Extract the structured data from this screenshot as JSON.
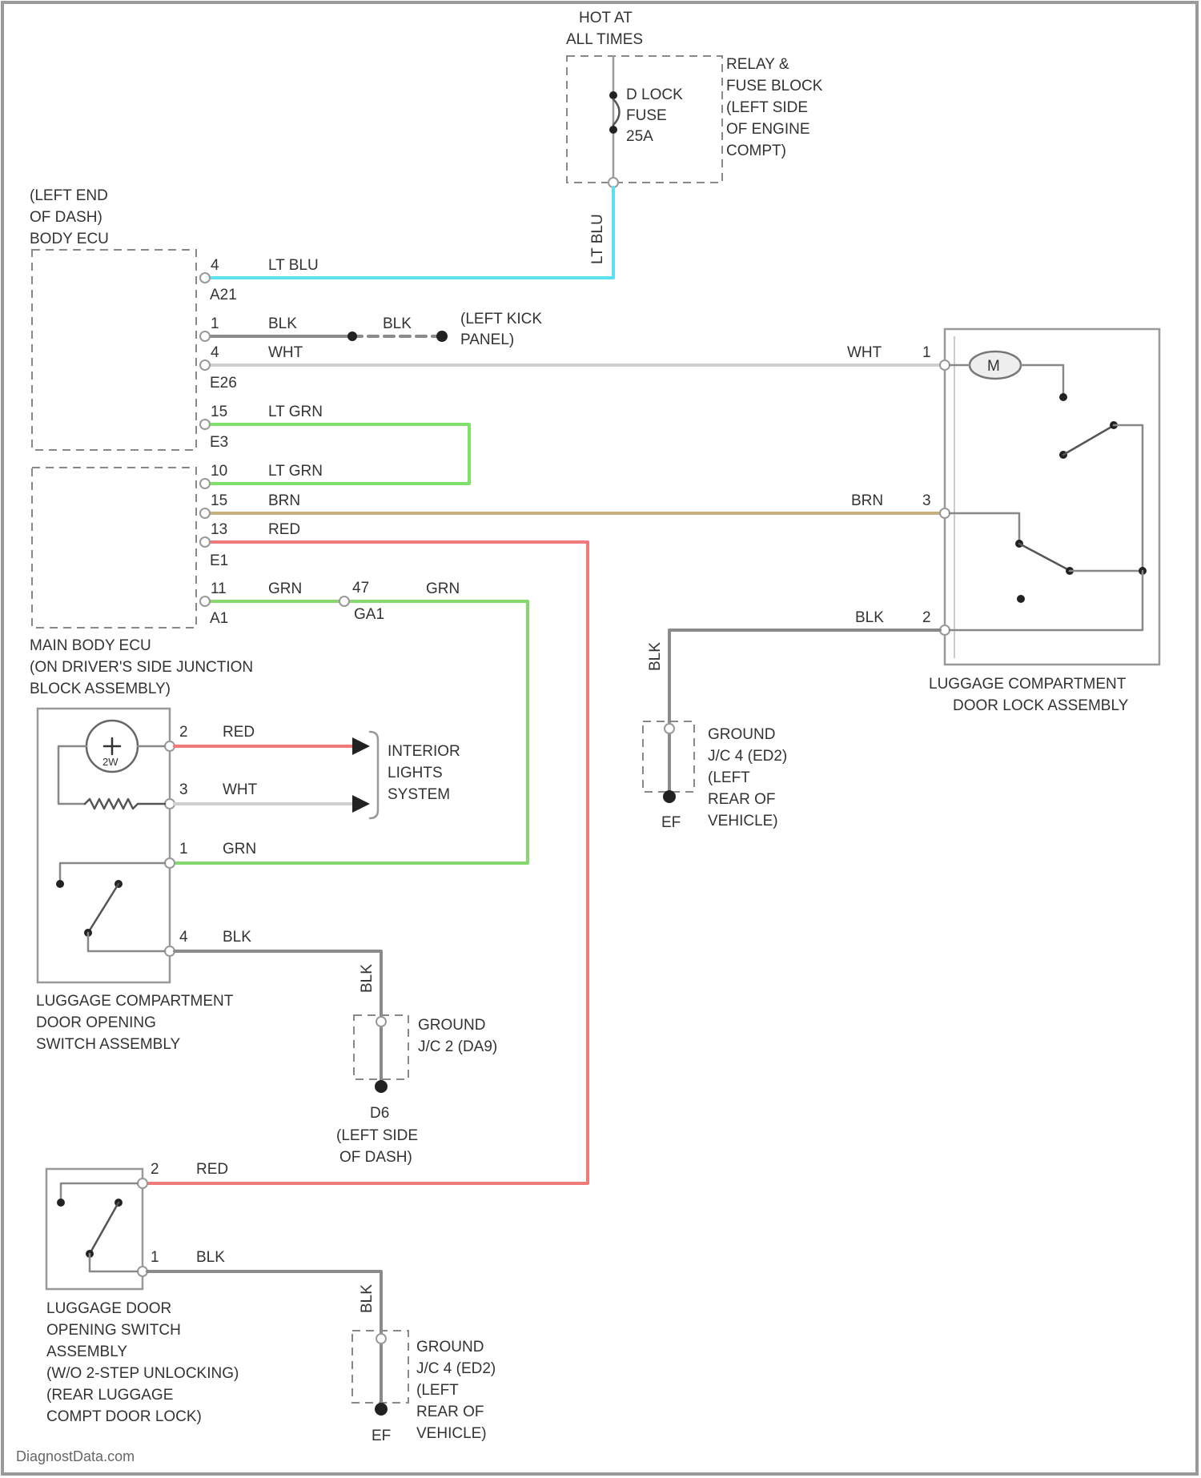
{
  "colors": {
    "LT BLU": "#5ce0f0",
    "LT GRN": "#7fe06a",
    "GRN": "#84d86e",
    "BRN": "#c8b07a",
    "RED": "#f07a7a",
    "BLK": "#8a8a8a",
    "WHT": "#cfcfcf",
    "frame": "#9a9a9a"
  },
  "power": {
    "header": [
      "HOT AT",
      "ALL TIMES"
    ],
    "fuse": [
      "D LOCK",
      "FUSE",
      "25A"
    ],
    "fuse_block": [
      "RELAY &",
      "FUSE BLOCK",
      "(LEFT SIDE",
      "OF ENGINE",
      "COMPT)"
    ],
    "wire_color": "LT BLU"
  },
  "body_ecu": {
    "location": [
      "(LEFT END",
      "OF DASH)",
      "BODY ECU"
    ],
    "pins": [
      {
        "pin": "4",
        "color": "LT BLU"
      },
      {
        "pin": "A21",
        "color": ""
      },
      {
        "pin": "1",
        "color": "BLK"
      },
      {
        "pin": "4",
        "color": "WHT"
      },
      {
        "pin": "E26",
        "color": ""
      },
      {
        "pin": "15",
        "color": "LT GRN"
      },
      {
        "pin": "E3",
        "color": ""
      }
    ],
    "ground_wire_color": "BLK",
    "ground_label": [
      "(LEFT KICK",
      "PANEL)"
    ]
  },
  "main_body_ecu": {
    "name": [
      "MAIN BODY ECU",
      "(ON DRIVER'S SIDE JUNCTION",
      "BLOCK ASSEMBLY)"
    ],
    "pins": [
      {
        "pin": "10",
        "color": "LT GRN"
      },
      {
        "pin": "15",
        "color": "BRN"
      },
      {
        "pin": "13",
        "color": "RED"
      },
      {
        "pin": "E1",
        "color": ""
      },
      {
        "pin": "11",
        "color": "GRN"
      },
      {
        "pin": "A1",
        "color": ""
      }
    ],
    "splice": {
      "pin": "47",
      "connector": "GA1",
      "color": "GRN"
    }
  },
  "door_lock_assembly": {
    "name": [
      "LUGGAGE COMPARTMENT",
      "DOOR LOCK ASSEMBLY"
    ],
    "motor_symbol": "M",
    "pins": [
      {
        "pin": "1",
        "color": "WHT"
      },
      {
        "pin": "3",
        "color": "BRN"
      },
      {
        "pin": "2",
        "color": "BLK"
      }
    ]
  },
  "ground_ed": {
    "wire_color": "BLK",
    "label": [
      "GROUND",
      "J/C 4 (ED2)",
      "(LEFT",
      "REAR OF",
      "VEHICLE)"
    ],
    "id": "EF"
  },
  "opening_switch_assembly": {
    "name": [
      "LUGGAGE COMPARTMENT",
      "DOOR OPENING",
      "SWITCH ASSEMBLY"
    ],
    "lamp_label": "2W",
    "interior": [
      "INTERIOR",
      "LIGHTS",
      "SYSTEM"
    ],
    "pins": [
      {
        "pin": "2",
        "color": "RED"
      },
      {
        "pin": "3",
        "color": "WHT"
      },
      {
        "pin": "1",
        "color": "GRN"
      },
      {
        "pin": "4",
        "color": "BLK"
      }
    ]
  },
  "ground_dash": {
    "wire_color": "BLK",
    "label": [
      "GROUND",
      "J/C 2 (DA9)"
    ],
    "id": "D6",
    "location": [
      "(LEFT SIDE",
      "OF DASH)"
    ]
  },
  "luggage_door_switch": {
    "name": [
      "LUGGAGE DOOR",
      "OPENING SWITCH",
      "ASSEMBLY",
      "(W/O 2-STEP UNLOCKING)",
      "(REAR LUGGAGE",
      "COMPT DOOR LOCK)"
    ],
    "pins": [
      {
        "pin": "2",
        "color": "RED"
      },
      {
        "pin": "1",
        "color": "BLK"
      }
    ]
  },
  "ground_rear": {
    "wire_color": "BLK",
    "label": [
      "GROUND",
      "J/C 4 (ED2)",
      "(LEFT",
      "REAR OF",
      "VEHICLE)"
    ],
    "id": "EF"
  },
  "watermark": "DiagnostData.com"
}
